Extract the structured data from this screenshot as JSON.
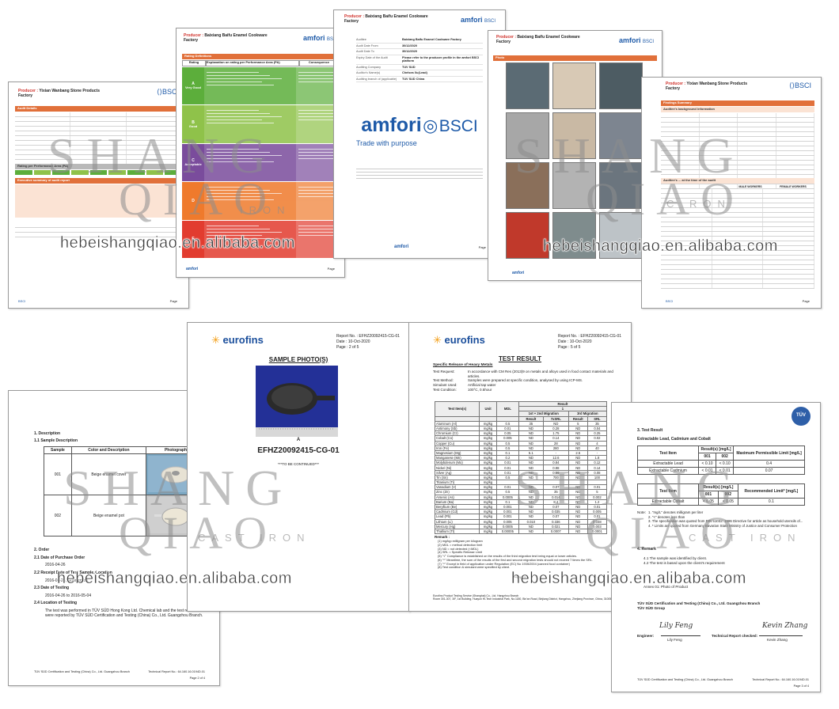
{
  "watermark": {
    "url_top": "hebeishangqiao.en.alibaba.com",
    "url_bottom": "hebeishangqiao.en.alibaba.com",
    "shang": "SHANG",
    "qiao": "QIAO",
    "cast_iron": "CAST IRON",
    "iron": "IRON",
    "c_ron": "C   RON"
  },
  "doc1": {
    "producer_label": "Producer :",
    "producer_name": "Yixian Wanbang Stone Products Factory",
    "bsci": "BSCI",
    "section_audit": "Audit Details",
    "section_rating": "Rating per Performance Area (PA)",
    "section_summary": "Executive summary of audit report",
    "page": "Page"
  },
  "doc2": {
    "producer_label": "Producer :",
    "producer_name": "Baixiang Baifu Enamel Cookware Factory",
    "amfori": "amfori",
    "bsci": "BSCI",
    "section": "Rating Definitions",
    "col_rating": "Rating",
    "col_expl": "Explanation on rating per Performance Area (PA)",
    "col_conseq": "Consequence",
    "ratings": [
      {
        "letter": "A",
        "label": "Very Good",
        "color": "#5cae3b"
      },
      {
        "letter": "B",
        "label": "Good",
        "color": "#8fc24a"
      },
      {
        "letter": "C",
        "label": "Acceptable",
        "color": "#7a4c9c"
      },
      {
        "letter": "D",
        "label": "",
        "color": "#ef7a2c"
      },
      {
        "letter": "E",
        "label": "",
        "color": "#e23c2f"
      }
    ],
    "footer": "amfori",
    "page": "Page"
  },
  "doc3": {
    "producer_label": "Producer :",
    "producer_name": "Baixiang Baifu Enamel Cookware Factory",
    "rows": [
      {
        "k": "Auditee",
        "v": "Baixiang Baifu Enamel Cookware Factory"
      },
      {
        "k": "Audit Date From",
        "v": "30/12/2020"
      },
      {
        "k": "Audit Date To",
        "v": "30/12/2020"
      },
      {
        "k": "Expiry Date of the Audit",
        "v": "Please refer to the producer profile in the amfori BSCI platform"
      },
      {
        "k": "Auditing Company",
        "v": "TUV SUD"
      },
      {
        "k": "Auditor's Name(s)",
        "v": "Chelsea Xu(Lead)"
      },
      {
        "k": "Auditing branch of (applicable)",
        "v": "TUV SUD China"
      }
    ],
    "logo_amfori": "amfori",
    "logo_bsci": "BSCI",
    "tagline": "Trade with purpose",
    "footer": "amfori",
    "page": "Page"
  },
  "doc4": {
    "producer_label": "Producer :",
    "producer_name": "Baixiang Baifu Enamel Cookware Factory",
    "section": "Photo",
    "page": "Page"
  },
  "doc5": {
    "producer_label": "Producer :",
    "producer_name": "Yixian Wanbang Stone Products Factory",
    "bsci": "BSCI",
    "section": "Findings Summary",
    "subsection": "Auditee's background information",
    "subsection2": "Auditee's ... at the time of the audit",
    "col1": "MALE WORKERS",
    "col2": "FEMALE WORKERS",
    "page": "Page"
  },
  "doc6": {
    "title1": "1.   Description",
    "title2": "1.1  Sample Description",
    "th_sample": "Sample",
    "th_color": "Color and Description",
    "th_photo": "Photograph",
    "rows": [
      {
        "no": "001",
        "desc": "Beige enamel cover"
      },
      {
        "no": "002",
        "desc": "Beige enamel pot"
      }
    ],
    "s2": "2.      Order",
    "s21": "2.1    Date of Purchase Order",
    "s21v": "2016-04-26",
    "s22": "2.2    Receipt Date of Test Sample, Location",
    "s22v": "2016-04-26, Guangzhou",
    "s23": "2.3    Date of Testing",
    "s23v": "2016-04-26 to 2016-05-04",
    "s24": "2.4    Location of Testing",
    "s24v": "The test was performed in TÜV SÜD Hong Kong Ltd. Chemical lab and the test results were reported by TÜV SÜD Certification and Testing (China) Co., Ltd. Guangzhou Branch.",
    "footer_l": "TÜV SÜD Certification and Testing (China) Co., Ltd. Guangzhou Branch",
    "footer_r": "Technical Report No.: 64.160.16.0194D.01",
    "footer_page": "Page 2 of 4"
  },
  "doc7": {
    "logo": "eurofins",
    "report_no_label": "Report No.",
    "report_no": "EFHZ20092415-CG-01",
    "date_label": "Date",
    "date": "10-Oct-2020",
    "page_label": "Page",
    "page": "2 of 5",
    "title": "SAMPLE PHOTO(S)",
    "photo_label": "A",
    "big_id": "EFHZ20092415-CG-01",
    "continued": "***TO BE CONTINUED***"
  },
  "doc8": {
    "logo": "eurofins",
    "report_no_label": "Report No.",
    "report_no": "EFHZ20092415-CG-01",
    "date_label": "Date",
    "date": "10-Oct-2020",
    "page_label": "Page",
    "page": "5 of 5",
    "title": "TEST RESULT",
    "subtitle": "Specific Release of Heavy Metals",
    "req_label": "Test Request:",
    "req_val": "In accordance with CM Res (2013)9 on metals and alloys used in food contact materials and articles.",
    "method_label": "Test Method:",
    "method_val": "Samples were prepared at specific condition, analysed by using ICP-MS.",
    "sim_label": "Simulant Used:",
    "sim_val": "Artificial tap water",
    "cond_label": "Test Condition:",
    "cond_val": "100°C, 0.5hour",
    "th_items": "Test Item(s)",
    "th_unit": "Unit",
    "th_mdl": "MDL",
    "th_result": "Result",
    "th_1": "1",
    "th_mig12": "1st + 2nd Migration",
    "th_mig3": "3rd Migration",
    "th_res": "Result",
    "th_srl": "7xSRL",
    "th_srl2": "SRL",
    "metals": [
      {
        "n": "Aluminum (Al)",
        "u": "mg/kg",
        "m": "0.5",
        "r1": "35",
        "s1": "ND",
        "r3": "5",
        "s3": "35"
      },
      {
        "n": "Antimony (Sb)",
        "u": "mg/kg",
        "m": "0.01",
        "r1": "ND",
        "s1": "0.28",
        "r3": "ND",
        "s3": "0.04"
      },
      {
        "n": "Chromium (Cr)",
        "u": "mg/kg",
        "m": "0.05",
        "r1": "ND",
        "s1": "1.75",
        "r3": "ND",
        "s3": "0.25"
      },
      {
        "n": "Cobalt (Co)",
        "u": "mg/kg",
        "m": "0.005",
        "r1": "ND",
        "s1": "0.14",
        "r3": "ND",
        "s3": "0.02"
      },
      {
        "n": "Copper (Cu)",
        "u": "mg/kg",
        "m": "0.5",
        "r1": "ND",
        "s1": "28",
        "r3": "ND",
        "s3": "4"
      },
      {
        "n": "Iron (Fe)",
        "u": "mg/kg",
        "m": "0.5",
        "r1": "ND",
        "s1": "280",
        "r3": "ND",
        "s3": "40"
      },
      {
        "n": "Magnesium (Mg)",
        "u": "mg/kg",
        "m": "0.1",
        "r1": "5.1",
        "s1": "-",
        "r3": "2.5",
        "s3": "-"
      },
      {
        "n": "Manganese (Mn)",
        "u": "mg/kg",
        "m": "0.2",
        "r1": "ND",
        "s1": "12.6",
        "r3": "ND",
        "s3": "1.8"
      },
      {
        "n": "Molybdenum (Mo)",
        "u": "mg/kg",
        "m": "0.01",
        "r1": "ND",
        "s1": "0.84",
        "r3": "ND",
        "s3": "0.12"
      },
      {
        "n": "Nickel (Ni)",
        "u": "mg/kg",
        "m": "0.01",
        "r1": "ND",
        "s1": "0.98",
        "r3": "ND",
        "s3": "0.14"
      },
      {
        "n": "Silver (Ag)",
        "u": "mg/kg",
        "m": "0.01",
        "r1": "ND",
        "s1": "0.56",
        "r3": "ND",
        "s3": "0.08"
      },
      {
        "n": "Tin (Sn)",
        "u": "mg/kg",
        "m": "0.5",
        "r1": "ND",
        "s1": "700",
        "r3": "ND",
        "s3": "100"
      },
      {
        "n": "Titanium (Ti)",
        "u": "mg/kg",
        "m": "",
        "r1": "",
        "s1": "",
        "r3": "",
        "s3": ""
      },
      {
        "n": "Vanadium (V)",
        "u": "mg/kg",
        "m": "0.01",
        "r1": "ND",
        "s1": "0.07",
        "r3": "ND",
        "s3": "0.01"
      },
      {
        "n": "Zinc (Zn)",
        "u": "mg/kg",
        "m": "0.5",
        "r1": "ND",
        "s1": "35",
        "r3": "ND",
        "s3": "5"
      },
      {
        "n": "Arsenic (As)",
        "u": "mg/kg",
        "m": "0.0005",
        "r1": "ND",
        "s1": "0.014",
        "r3": "ND",
        "s3": "0.002"
      },
      {
        "n": "Barium (Ba)",
        "u": "mg/kg",
        "m": "0.1",
        "r1": "ND",
        "s1": "8.4",
        "r3": "ND",
        "s3": "1.2"
      },
      {
        "n": "Beryllium (Be)",
        "u": "mg/kg",
        "m": "0.001",
        "r1": "ND",
        "s1": "0.07",
        "r3": "ND",
        "s3": "0.01"
      },
      {
        "n": "Cadmium (Cd)",
        "u": "mg/kg",
        "m": "0.001",
        "r1": "ND",
        "s1": "0.035",
        "r3": "ND",
        "s3": "0.005"
      },
      {
        "n": "Lead (Pb)",
        "u": "mg/kg",
        "m": "0.001",
        "r1": "ND",
        "s1": "0.07",
        "r3": "ND",
        "s3": "0.01"
      },
      {
        "n": "Lithium (Li)",
        "u": "mg/kg",
        "m": "0.005",
        "r1": "0.010",
        "s1": "0.336",
        "r3": "ND",
        "s3": "0.048"
      },
      {
        "n": "Mercury (Hg)",
        "u": "mg/kg",
        "m": "0.0005",
        "r1": "ND",
        "s1": "0.021",
        "r3": "ND",
        "s3": "0.003"
      },
      {
        "n": "Thallium (Tl)",
        "u": "mg/kg",
        "m": "0.00005",
        "r1": "ND",
        "s1": "0.0007",
        "r3": "ND",
        "s3": "0.0001"
      }
    ],
    "remark": "Remark :",
    "notes": [
      "(1)   mg/kg=milligram per kilogram",
      "(2)   MDL = method detection limit",
      "(3)   ND = not detected (<MDL)",
      "(4)   SRL = Specific Release Limit",
      "(5)   \"√\" Compliance is established on the results of the third migration test being equal or lower articles.",
      "(6)   \"*\" Meantime, the sum of the results of the first and second migration tests should not exceed 7 times the SRL.",
      "(7)   \"*\" Except in field of application under Regulation (EC) No 1935/2004 (canned food container)",
      "(8)   Test condition & simulant were specified by client."
    ],
    "end": "***END***",
    "footer1": "Eurofins Product Testing Service (Shanghai) Co., Ltd. Hangzhou Branch",
    "footer2": "Room 301-307, 3/F, 1st Building, Huayun Hi-Tech Industrial Park, No.1180, Bin'an Road, Binjiang District, Hangzhou, Zhejiang Province, China, 310052"
  },
  "doc9": {
    "s3": "3.      Test Result",
    "s3sub": "Extractable Lead, Cadmium and Cobalt",
    "th_item": "Test Item",
    "th_result": "Result(s) [mg/L]",
    "th_limit": "Maximum Permissible Limit [mg/L]",
    "th_001": "001",
    "th_002": "002",
    "r1": {
      "n": "Extractable Lead",
      "a": "< 0.10",
      "b": "< 0.10",
      "l": "0.4"
    },
    "r2": {
      "n": "Extractable Cadmium",
      "a": "< 0.01",
      "b": "< 0.01",
      "l": "0.07"
    },
    "th_rec": "Recommended Limit* [mg/L]",
    "r3": {
      "n": "Extractable Cobalt",
      "a": "< 0.05",
      "b": "< 0.05",
      "l": "0.1"
    },
    "note_label": "Note:",
    "notes": [
      "1. \"mg/L\" denotes milligram per liter",
      "2. \"<\" denotes less than",
      "3. The specification was quoted from DIN 51032: 1986 Directive for article as household utensils of...",
      "4. * Limits are quoted from Germany Bavarian State Ministry of Justice and Consumer Protection"
    ],
    "s4": "4.      Remark",
    "remarks": [
      "4.1 The sample was identified by client.",
      "4.2 The test is based upon the client's requirement"
    ],
    "annex": "Annex 01: Photo of Product",
    "company1": "TÜV SÜD Certification and Testing (China) Co., Ltd. Guangzhou Branch",
    "company2": "TÜV SÜD Group",
    "engineer_label": "Engineer:",
    "engineer": "Lily Feng",
    "reviewer_label": "Technical Report checked:",
    "reviewer": "Kevin Zhang",
    "footer_l": "TÜV SÜD Certification and Testing (China) Co., Ltd. Guangzhou Branch",
    "footer_r": "Technical Report No.: 64.160.16.0194D.01",
    "footer_page": "Page 3 of 4",
    "tuv": "TÜV"
  }
}
